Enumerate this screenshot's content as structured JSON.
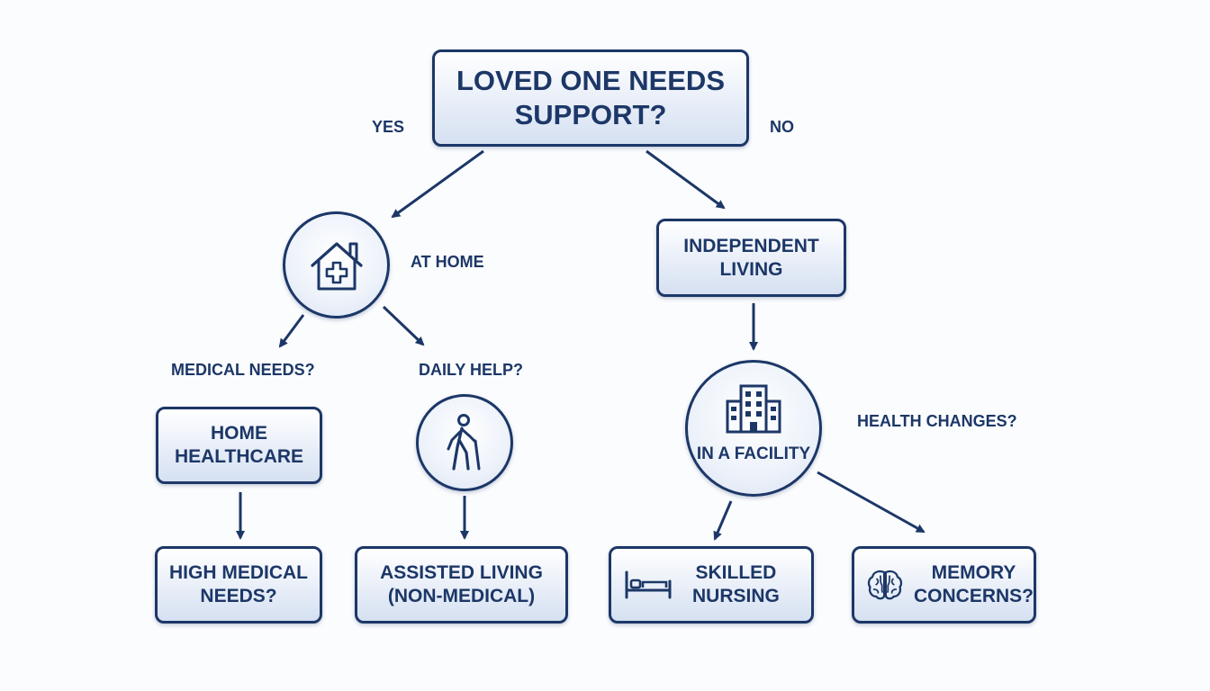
{
  "diagram": {
    "root": {
      "text": "LOVED ONE NEEDS\nSUPPORT?"
    },
    "yes_label": "YES",
    "no_label": "NO",
    "at_home": {
      "label": "AT HOME",
      "icon": "house-medical-icon"
    },
    "independent_living": {
      "text": "INDEPENDENT\nLIVING"
    },
    "medical_needs_label": "MEDICAL NEEDS?",
    "daily_help_label": "DAILY HELP?",
    "home_healthcare": {
      "text": "HOME\nHEALTHCARE"
    },
    "walker_icon": "person-with-cane-icon",
    "in_facility": {
      "label": "IN A FACILITY",
      "icon": "building-icon"
    },
    "health_changes_label": "HEALTH CHANGES?",
    "high_medical_needs": {
      "text": "HIGH MEDICAL\nNEEDS?"
    },
    "assisted_living": {
      "text": "ASSISTED LIVING\n(NON-MEDICAL)"
    },
    "skilled_nursing": {
      "text": "SKILLED\nNURSING",
      "icon": "bed-icon"
    },
    "memory_concerns": {
      "text": "MEMORY\nCONCERNS?",
      "icon": "brain-icon"
    },
    "colors": {
      "navy": "#1c3767",
      "fill": "#e8eef8",
      "background": "#fbfcfe"
    }
  }
}
